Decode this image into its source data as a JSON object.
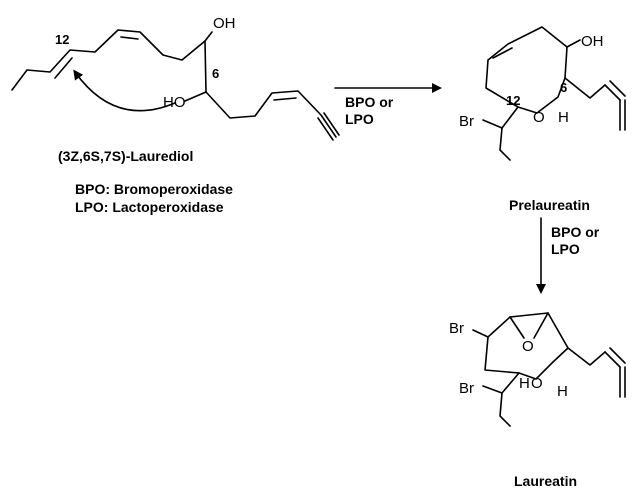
{
  "reactant": {
    "name": "(3Z,6S,7S)-Laurediol",
    "atoms": {
      "oh": "OH",
      "ho": "HO"
    },
    "locants": {
      "c12": "12",
      "c6": "6"
    }
  },
  "legend": {
    "bpo": "BPO: Bromoperoxidase",
    "lpo": "LPO: Lactoperoxidase"
  },
  "step1": {
    "line1": "BPO or",
    "line2": "LPO"
  },
  "intermediate": {
    "name": "Prelaureatin",
    "atoms": {
      "oh": "OH",
      "o": "O",
      "h": "H",
      "br": "Br"
    },
    "locants": {
      "c12": "12",
      "c6": "6"
    }
  },
  "step2": {
    "line1": "BPO or",
    "line2": "LPO"
  },
  "product": {
    "name": "Laureatin",
    "atoms": {
      "br_top": "Br",
      "o_bridge": "O",
      "o_ring": "O",
      "h_left": "H",
      "h_right": "H",
      "br_bottom": "Br"
    }
  }
}
